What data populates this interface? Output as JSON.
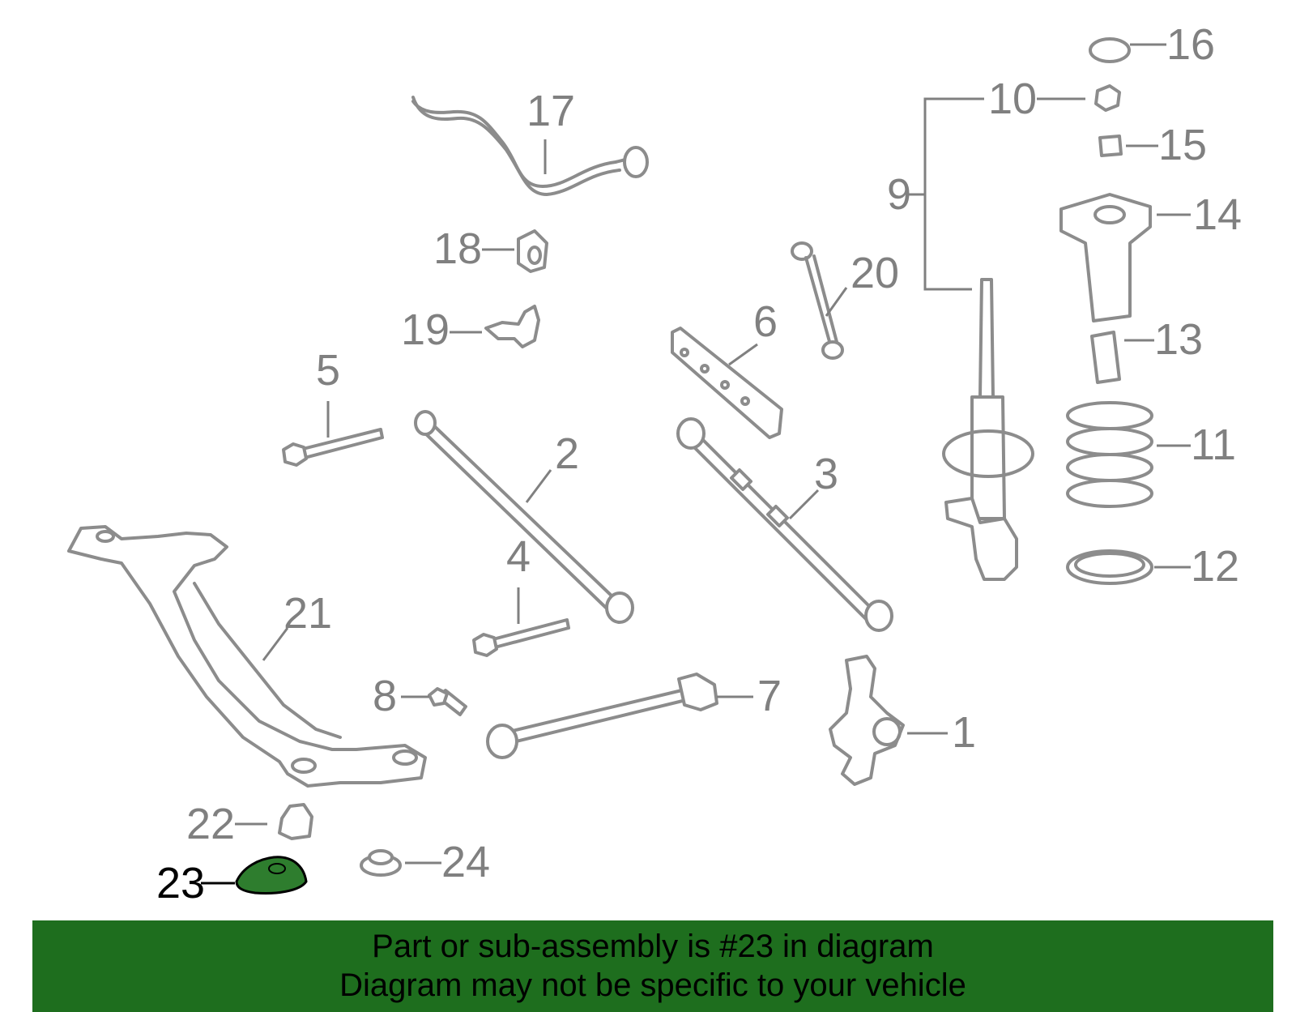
{
  "callouts": {
    "c1": "1",
    "c2": "2",
    "c3": "3",
    "c4": "4",
    "c5": "5",
    "c6": "6",
    "c7": "7",
    "c8": "8",
    "c9": "9",
    "c10": "10",
    "c11": "11",
    "c12": "12",
    "c13": "13",
    "c14": "14",
    "c15": "15",
    "c16": "16",
    "c17": "17",
    "c18": "18",
    "c19": "19",
    "c20": "20",
    "c21": "21",
    "c22": "22",
    "c23": "23",
    "c24": "24"
  },
  "highlighted_part": "23",
  "colors": {
    "banner": "#1e6e1e",
    "highlight_part": "#2e7d2e",
    "part_line": "#8c8c8c",
    "callout_text": "#808080"
  },
  "banner": {
    "line1": "Part or sub-assembly is #23 in diagram",
    "line2": "Diagram may not be specific to your vehicle"
  }
}
